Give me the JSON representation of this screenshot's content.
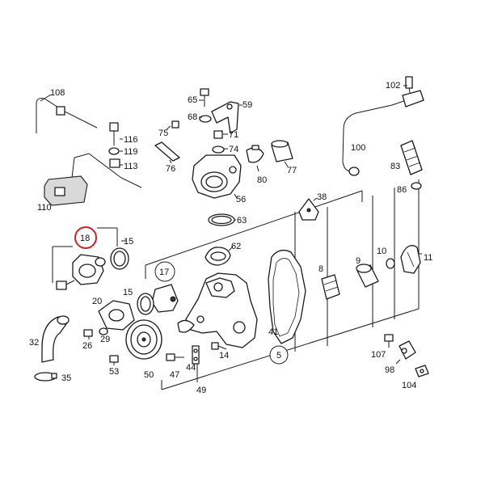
{
  "highlight_color": "#cc2222",
  "labels": {
    "p108": "108",
    "p116": "116",
    "p119": "119",
    "p113": "113",
    "p110": "110",
    "p65": "65",
    "p68": "68",
    "p75": "75",
    "p59": "59",
    "p71": "71",
    "p74": "74",
    "p76": "76",
    "p56": "56",
    "p80": "80",
    "p77": "77",
    "p102": "102",
    "p100": "100",
    "p83": "83",
    "p86": "86",
    "p38": "38",
    "p63": "63",
    "p62": "62",
    "p18": "18",
    "p15a": "15",
    "p15b": "15",
    "p17": "17",
    "p8": "8",
    "p9": "9",
    "p10": "10",
    "p11": "11",
    "p20": "20",
    "p26": "26",
    "p29": "29",
    "p32": "32",
    "p35": "35",
    "p53": "53",
    "p50": "50",
    "p47": "47",
    "p44": "44",
    "p14": "14",
    "p49": "49",
    "p41": "41",
    "p5": "5",
    "p107": "107",
    "p98": "98",
    "p104": "104"
  }
}
